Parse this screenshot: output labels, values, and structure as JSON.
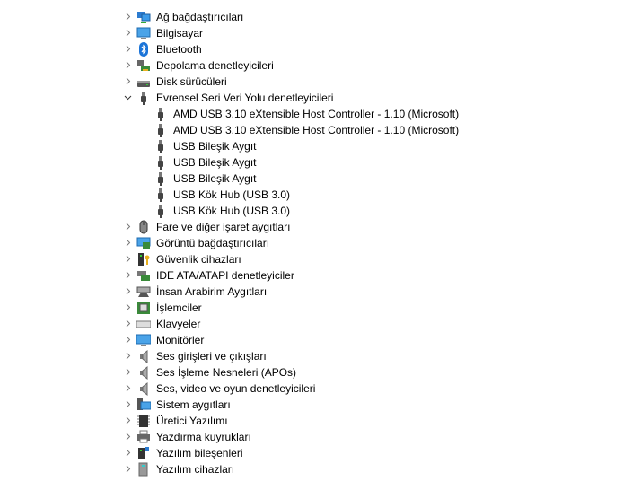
{
  "tree": [
    {
      "label": "Ağ bağdaştırıcıları",
      "icon": "network-adapter-icon",
      "expanded": false,
      "level": 0
    },
    {
      "label": "Bilgisayar",
      "icon": "computer-icon",
      "expanded": false,
      "level": 0
    },
    {
      "label": "Bluetooth",
      "icon": "bluetooth-icon",
      "expanded": false,
      "level": 0
    },
    {
      "label": "Depolama denetleyicileri",
      "icon": "storage-controller-icon",
      "expanded": false,
      "level": 0
    },
    {
      "label": "Disk sürücüleri",
      "icon": "disk-drive-icon",
      "expanded": false,
      "level": 0
    },
    {
      "label": "Evrensel Seri Veri Yolu denetleyicileri",
      "icon": "usb-icon",
      "expanded": true,
      "level": 0
    },
    {
      "label": "AMD USB 3.10 eXtensible Host Controller - 1.10 (Microsoft)",
      "icon": "usb-icon",
      "level": 1
    },
    {
      "label": "AMD USB 3.10 eXtensible Host Controller - 1.10 (Microsoft)",
      "icon": "usb-icon",
      "level": 1
    },
    {
      "label": "USB Bileşik Aygıt",
      "icon": "usb-icon",
      "level": 1
    },
    {
      "label": "USB Bileşik Aygıt",
      "icon": "usb-icon",
      "level": 1
    },
    {
      "label": "USB Bileşik Aygıt",
      "icon": "usb-icon",
      "level": 1
    },
    {
      "label": "USB Kök Hub (USB 3.0)",
      "icon": "usb-icon",
      "level": 1
    },
    {
      "label": "USB Kök Hub (USB 3.0)",
      "icon": "usb-icon",
      "level": 1
    },
    {
      "label": "Fare ve diğer işaret aygıtları",
      "icon": "mouse-icon",
      "expanded": false,
      "level": 0
    },
    {
      "label": "Görüntü bağdaştırıcıları",
      "icon": "display-adapter-icon",
      "expanded": false,
      "level": 0
    },
    {
      "label": "Güvenlik cihazları",
      "icon": "security-device-icon",
      "expanded": false,
      "level": 0
    },
    {
      "label": "IDE ATA/ATAPI denetleyiciler",
      "icon": "ide-controller-icon",
      "expanded": false,
      "level": 0
    },
    {
      "label": "İnsan Arabirim Aygıtları",
      "icon": "hid-icon",
      "expanded": false,
      "level": 0
    },
    {
      "label": "İşlemciler",
      "icon": "processor-icon",
      "expanded": false,
      "level": 0
    },
    {
      "label": "Klavyeler",
      "icon": "keyboard-icon",
      "expanded": false,
      "level": 0
    },
    {
      "label": "Monitörler",
      "icon": "monitor-icon",
      "expanded": false,
      "level": 0
    },
    {
      "label": "Ses girişleri ve çıkışları",
      "icon": "speaker-icon",
      "expanded": false,
      "level": 0
    },
    {
      "label": "Ses İşleme Nesneleri (APOs)",
      "icon": "speaker-icon",
      "expanded": false,
      "level": 0
    },
    {
      "label": "Ses, video ve oyun denetleyicileri",
      "icon": "speaker-icon",
      "expanded": false,
      "level": 0
    },
    {
      "label": "Sistem aygıtları",
      "icon": "system-devices-icon",
      "expanded": false,
      "level": 0
    },
    {
      "label": "Üretici Yazılımı",
      "icon": "firmware-icon",
      "expanded": false,
      "level": 0
    },
    {
      "label": "Yazdırma kuyrukları",
      "icon": "printer-icon",
      "expanded": false,
      "level": 0
    },
    {
      "label": "Yazılım bileşenleri",
      "icon": "software-component-icon",
      "expanded": false,
      "level": 0
    },
    {
      "label": "Yazılım cihazları",
      "icon": "software-device-icon",
      "expanded": false,
      "level": 0
    }
  ]
}
